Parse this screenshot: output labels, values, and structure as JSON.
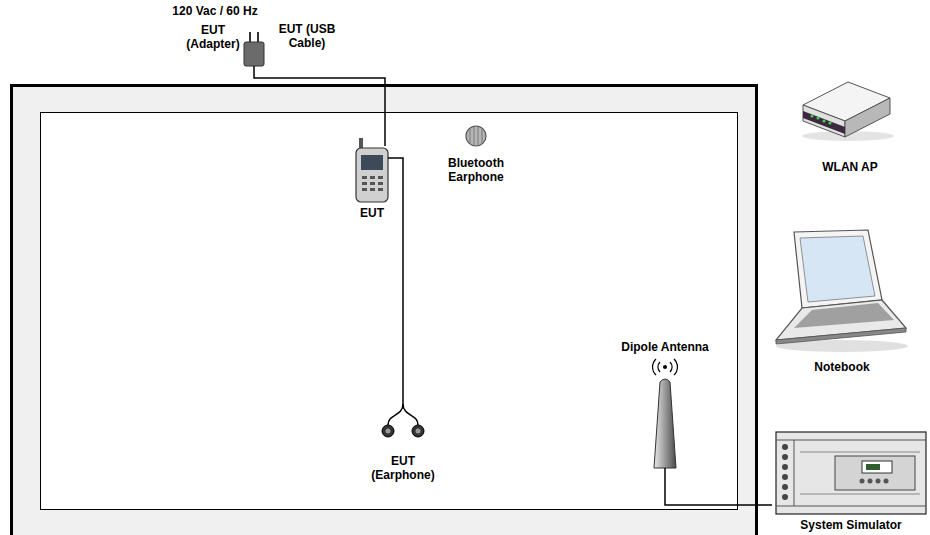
{
  "diagram": {
    "nodes": [
      {
        "text": [
          "EUT (Adapter)"
        ]
      },
      {
        "text": [
          "EUT"
        ]
      },
      {
        "text": [
          "Bluetooth Earphone"
        ]
      },
      {
        "text": [
          "EUT (Earphone)"
        ]
      },
      {
        "text": [
          "Dipole Antenna"
        ]
      },
      {
        "text": [
          "WLAN AP"
        ]
      },
      {
        "text": [
          "Notebook"
        ]
      },
      {
        "text": [
          "System Simulator"
        ]
      }
    ],
    "edges": [
      {
        "from": 0,
        "to": 1,
        "arrow": "none",
        "label": "EUT (USB Cable)"
      },
      {
        "from": 1,
        "to": 3,
        "arrow": "none"
      },
      {
        "from": 4,
        "to": 7,
        "arrow": "none"
      }
    ],
    "labels": [
      "120 Vac / 60 Hz"
    ]
  }
}
